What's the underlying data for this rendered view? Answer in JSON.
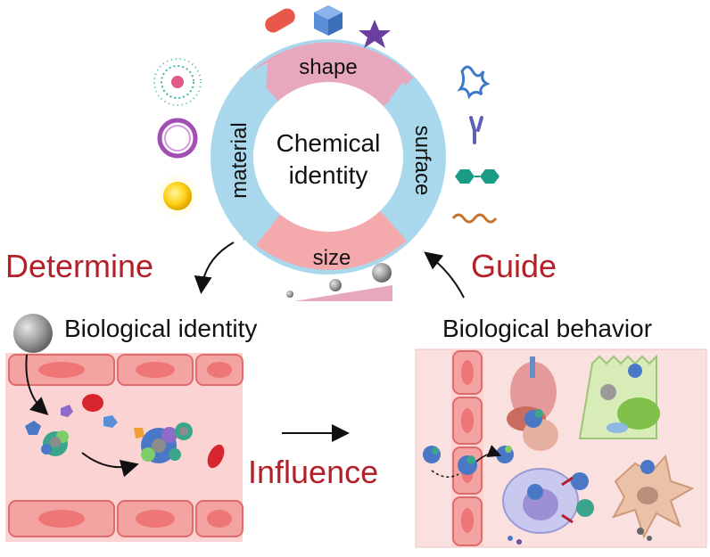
{
  "ring": {
    "center_line1": "Chemical",
    "center_line2": "identity",
    "top": "shape",
    "left": "material",
    "right": "surface",
    "bottom": "size"
  },
  "arrows": {
    "determine": "Determine",
    "guide": "Guide",
    "influence": "Influence"
  },
  "panels": {
    "bio_identity": "Biological identity",
    "bio_behavior": "Biological behavior"
  },
  "colors": {
    "ring_blue": "#a9d8ec",
    "ring_pink": "#e7a7bf",
    "accent_red": "#b3202a",
    "vessel_bg": "#fbd3d3",
    "vessel_cell": "#f08a8a"
  }
}
